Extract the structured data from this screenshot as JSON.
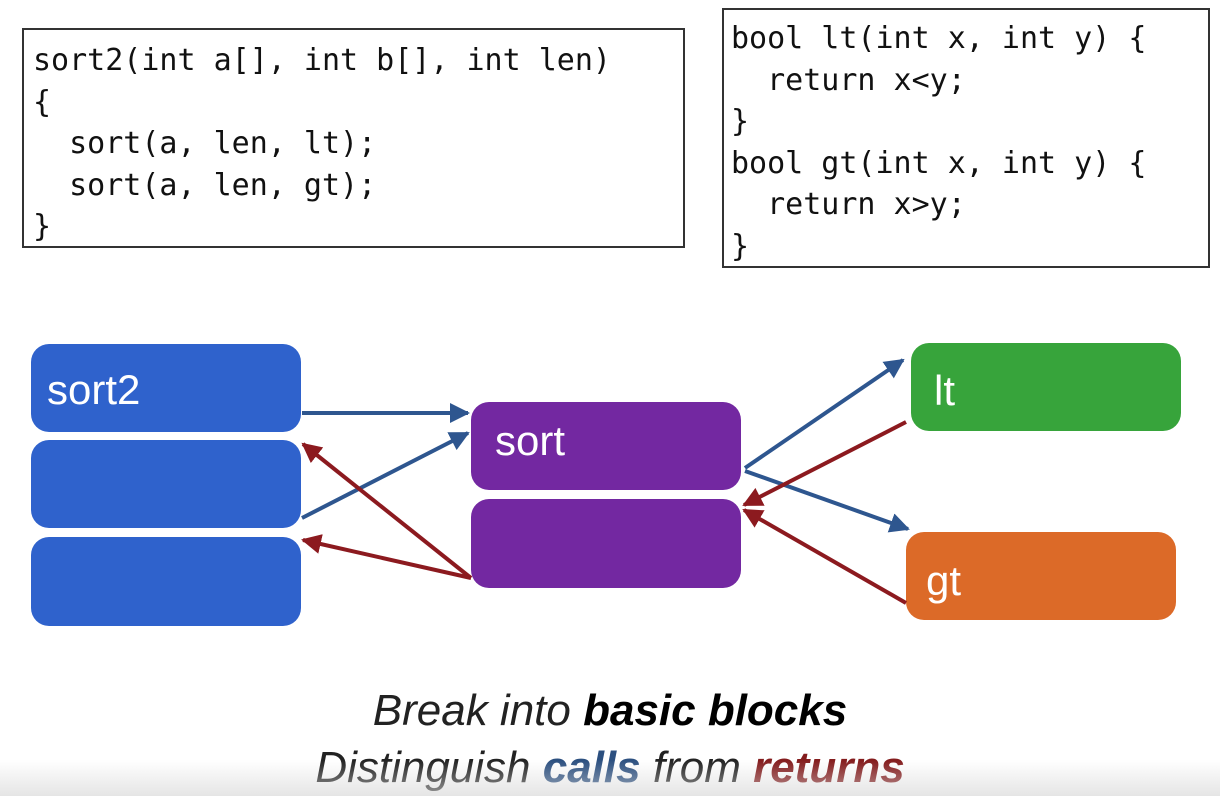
{
  "code_left": {
    "lines": [
      "sort2(int a[], int b[], int len)",
      "{",
      "  sort(a, len, lt);",
      "  sort(a, len, gt);",
      "}"
    ]
  },
  "code_right": {
    "lines": [
      "bool lt(int x, int y) {",
      "  return x<y;",
      "}",
      "bool gt(int x, int y) {",
      "  return x>y;",
      "}"
    ]
  },
  "blocks": {
    "sort2_label": "sort2",
    "sort_label": "sort",
    "lt_label": "lt",
    "gt_label": "gt"
  },
  "colors": {
    "sort2_block": "#2f62cc",
    "sort_block": "#7328a1",
    "lt_block": "#37a43b",
    "gt_block": "#dc6a28",
    "call_arrow": "#2e568f",
    "return_arrow": "#8c1a1f",
    "calls_text": "#2c5080",
    "returns_text": "#841c1d"
  },
  "caption": {
    "line1_prefix": "Break into ",
    "line1_bold": "basic blocks",
    "line2_prefix": "Distinguish ",
    "line2_calls": "calls",
    "line2_middle": " from ",
    "line2_returns": "returns"
  }
}
